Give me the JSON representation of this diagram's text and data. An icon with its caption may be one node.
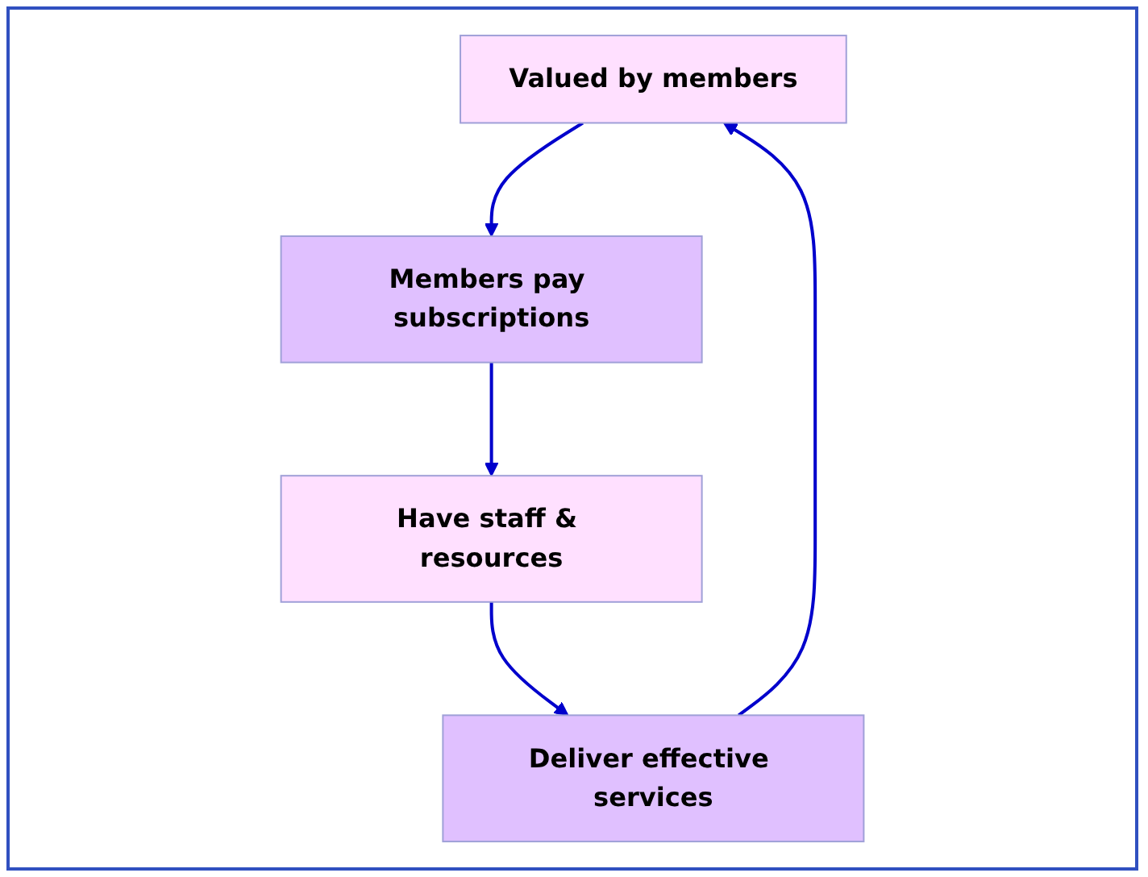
{
  "diagram": {
    "nodes": [
      {
        "text": [
          "Valued by members"
        ]
      },
      {
        "text": [
          "Deliver effective services"
        ]
      },
      {
        "text": [
          "Members pay subscriptions"
        ]
      },
      {
        "text": [
          "Have staff & resources"
        ]
      }
    ],
    "edges": [
      {
        "from": 0,
        "to": 2,
        "arrow": "to"
      },
      {
        "from": 2,
        "to": 3,
        "arrow": "to"
      },
      {
        "from": 3,
        "to": 1,
        "arrow": "to"
      },
      {
        "from": 1,
        "to": 0,
        "arrow": "to"
      }
    ]
  }
}
